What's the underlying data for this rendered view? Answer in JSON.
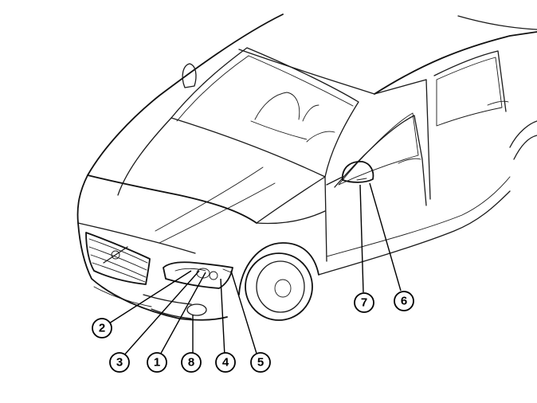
{
  "callouts": [
    {
      "id": "c2",
      "label": "2"
    },
    {
      "id": "c3",
      "label": "3"
    },
    {
      "id": "c1",
      "label": "1"
    },
    {
      "id": "c8",
      "label": "8"
    },
    {
      "id": "c4",
      "label": "4"
    },
    {
      "id": "c5",
      "label": "5"
    },
    {
      "id": "c7",
      "label": "7"
    },
    {
      "id": "c6",
      "label": "6"
    }
  ]
}
